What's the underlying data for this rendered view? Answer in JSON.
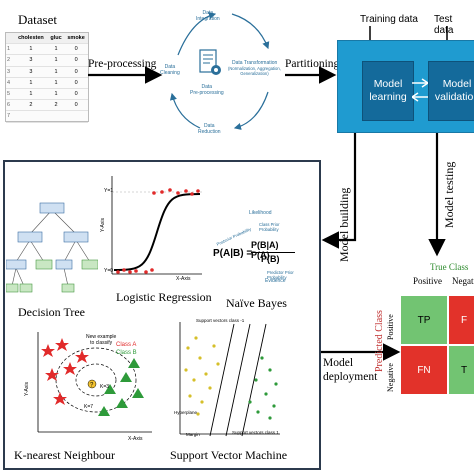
{
  "dataset": {
    "title": "Dataset",
    "headers": [
      "cholesten",
      "gluc",
      "smoke"
    ],
    "rows": [
      [
        "1",
        "1",
        "0"
      ],
      [
        "3",
        "1",
        "0"
      ],
      [
        "3",
        "1",
        "0"
      ],
      [
        "1",
        "1",
        "0"
      ],
      [
        "1",
        "1",
        "0"
      ],
      [
        "2",
        "2",
        "0"
      ]
    ]
  },
  "pipeline": {
    "preprocessing_label": "Pre-processing",
    "partitioning_label": "Partitioning",
    "model_building_label": "Model building",
    "model_testing_label": "Model testing",
    "model_deployment_label": "Model\ndeployment"
  },
  "preprocessing_cycle": {
    "center": "Data\nPre-processing",
    "integration": "Data\nIntegration",
    "transformation": "Data Transformation",
    "transformation_sub": "(Normalization, Aggregation,\nGeneralization)",
    "reduction": "Data\nReduction",
    "cleaning": "Data\nCleaning"
  },
  "model_block": {
    "training_data": "Training data",
    "test_data": "Test data",
    "learning": "Model\nlearning",
    "validation": "Model\nvalidation"
  },
  "confusion_matrix": {
    "true_class": "True Class",
    "positive": "Positive",
    "negative": "Negati",
    "predicted_class": "Predicted Class",
    "row_positive": "Positive",
    "row_negative": "Negative",
    "tp": "TP",
    "fp": "F",
    "fn": "FN",
    "tn": "T",
    "colors": {
      "correct": "#72c472",
      "wrong": "#e2322a"
    }
  },
  "algorithms": {
    "decision_tree": "Decision Tree",
    "logistic_regression": "Logistic Regression",
    "naive_bayes": "Naïve Bayes",
    "knn": "K-nearest Neighbour",
    "svm": "Support Vector Machine"
  },
  "logistic_plot": {
    "y_top": "Y=1",
    "y_bottom": "Y=0",
    "y_axis": "Y-Axis",
    "x_axis": "X-Axis"
  },
  "naive_bayes_formula": {
    "lhs": "P(A|B) =",
    "numerator": "P(B|A) P(A)",
    "denominator": "P(B)",
    "likelihood": "Likelihood",
    "class_prior": "Class Prior Probability",
    "posterior": "Posterior Probability",
    "predictor_prior": "Predictor Prior Probability",
    "evidence": "Evidence"
  },
  "knn_plot": {
    "new_example": "New example\nto classify",
    "class_a": "Class A",
    "class_b": "Class B",
    "k3": "K=3",
    "k7": "K=7",
    "y_axis": "Y-Axis",
    "x_axis": "X-Axis"
  },
  "svm_plot": {
    "support_vectors_1": "Support vectors class -1",
    "support_vectors_2": "Support vectors class 1",
    "hyperplane": "Hyperplane",
    "margin": "Margin"
  }
}
